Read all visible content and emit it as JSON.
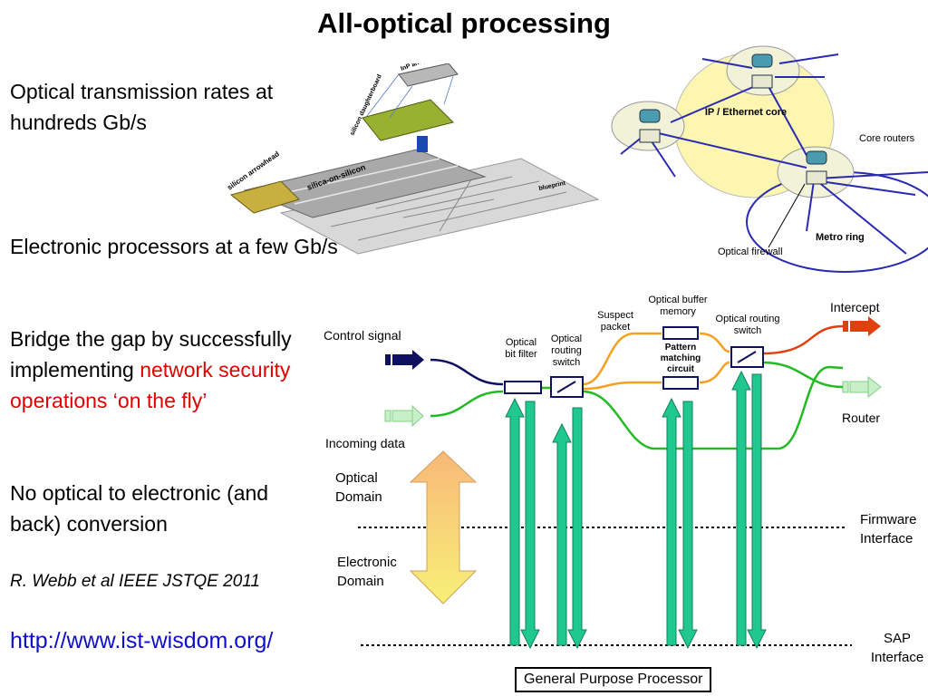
{
  "slide": {
    "title": "All-optical processing",
    "bullets": {
      "b1": "Optical transmission rates at hundreds Gb/s",
      "b2": "Electronic processors at a few Gb/s",
      "b3_plain": "Bridge the gap by successfully implementing",
      "b3_red": "network security operations ‘on the fly’",
      "b4": "No optical to electronic (and back) conversion"
    },
    "citation": "R. Webb et al  IEEE JSTQE 2011",
    "link": "http://www.ist-wisdom.org/"
  },
  "chip_figure": {
    "labels": {
      "inp_array": "InP array",
      "silicon_daughterboard": "silicon daughterboard",
      "silicon_arrowhead": "silicon arrowhead",
      "silica_on_silicon": "silica-on-silicon",
      "blueprint": "blueprint"
    }
  },
  "network_figure": {
    "core_label": "IP / Ethernet core",
    "core_routers": "Core routers",
    "metro_ring": "Metro ring",
    "optical_firewall": "Optical firewall"
  },
  "processing_diagram": {
    "control_signal": "Control signal",
    "incoming_data": "Incoming data",
    "optical_bit_filter": "Optical bit filter",
    "optical_routing_switch_1": "Optical routing switch",
    "suspect_packet": "Suspect packet",
    "optical_buffer_memory": "Optical buffer memory",
    "pattern_matching_circuit": "Pattern matching circuit",
    "optical_routing_switch_2": "Optical routing switch",
    "intercept": "Intercept",
    "router": "Router",
    "optical_domain": "Optical Domain",
    "electronic_domain": "Electronic Domain",
    "firmware_interface": "Firmware Interface",
    "sap_interface": "SAP Interface",
    "general_purpose_processor": "General Purpose Processor"
  },
  "colors": {
    "title_text": "#000000",
    "highlight_red": "#e00000",
    "link_blue": "#1010cc",
    "fiber_green": "#22bb22",
    "fiber_orange": "#f5a020",
    "fiber_red": "#e04010",
    "control_navy": "#101060",
    "teal_arrow": "#20c890",
    "core_ellipse": "#fdf6b0",
    "metro_blue": "#2a2ab0"
  }
}
